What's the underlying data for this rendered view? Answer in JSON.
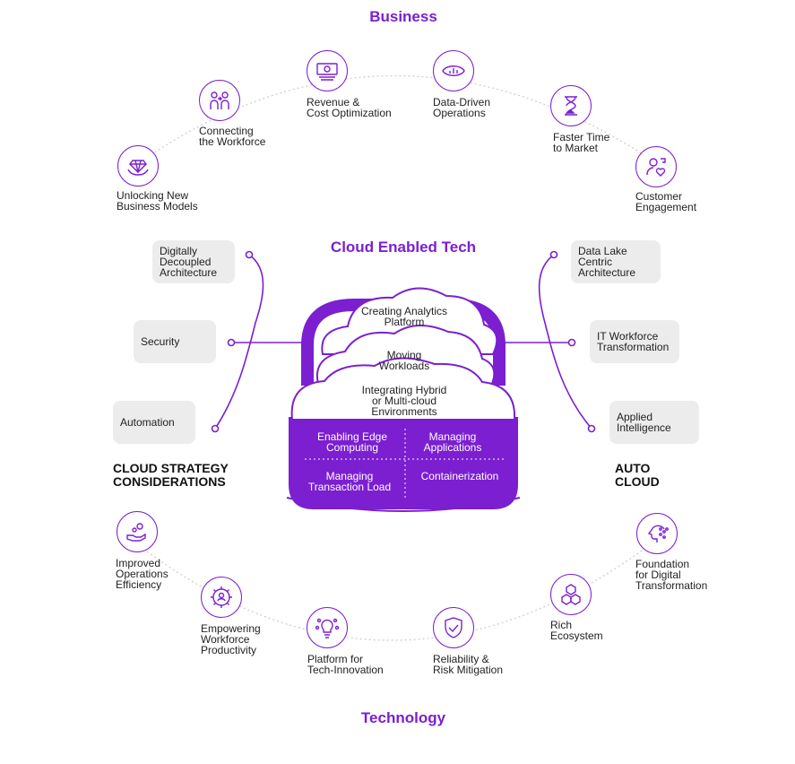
{
  "titles": {
    "business": "Business",
    "cloud_enabled_tech": "Cloud Enabled Tech",
    "technology": "Technology"
  },
  "side_titles": {
    "left": "CLOUD STRATEGY\nCONSIDERATIONS",
    "right": "AUTO\nCLOUD"
  },
  "business_items": [
    {
      "label": "Unlocking New\nBusiness Models",
      "icon": "diamond-hand-icon"
    },
    {
      "label": "Connecting\nthe Workforce",
      "icon": "people-exchange-icon"
    },
    {
      "label": "Revenue &\nCost Optimization",
      "icon": "money-icon"
    },
    {
      "label": "Data-Driven\nOperations",
      "icon": "eye-chart-icon"
    },
    {
      "label": "Faster Time\nto Market",
      "icon": "hourglass-icon"
    },
    {
      "label": "Customer\nEngagement",
      "icon": "customer-heart-icon"
    }
  ],
  "left_boxes": [
    {
      "label": "Digitally\nDecoupled\nArchitecture"
    },
    {
      "label": "Security"
    },
    {
      "label": "Automation"
    }
  ],
  "right_boxes": [
    {
      "label": "Data Lake\nCentric\nArchitecture"
    },
    {
      "label": "IT Workforce\nTransformation"
    },
    {
      "label": "Applied\nIntelligence"
    }
  ],
  "cloud": {
    "top": "Creating Analytics\nPlatform",
    "middle": "Moving\nWorkloads",
    "bottom": "Integrating Hybrid\nor Multi-cloud\nEnvironments",
    "base": [
      "Enabling Edge\nComputing",
      "Managing\nApplications",
      "Managing\nTransaction Load",
      "Containerization"
    ]
  },
  "technology_items": [
    {
      "label": "Improved\nOperations\nEfficiency",
      "icon": "hand-coins-icon"
    },
    {
      "label": "Empowering\nWorkforce\nProductivity",
      "icon": "gear-people-icon"
    },
    {
      "label": "Platform for\nTech-Innovation",
      "icon": "lightbulb-network-icon"
    },
    {
      "label": "Reliability &\nRisk Mitigation",
      "icon": "shield-check-icon"
    },
    {
      "label": "Rich\nEcosystem",
      "icon": "cubes-icon"
    },
    {
      "label": "Foundation\nfor Digital\nTransformation",
      "icon": "digital-head-icon"
    }
  ],
  "colors": {
    "accent": "#7b1fd1",
    "box": "#ececec"
  }
}
